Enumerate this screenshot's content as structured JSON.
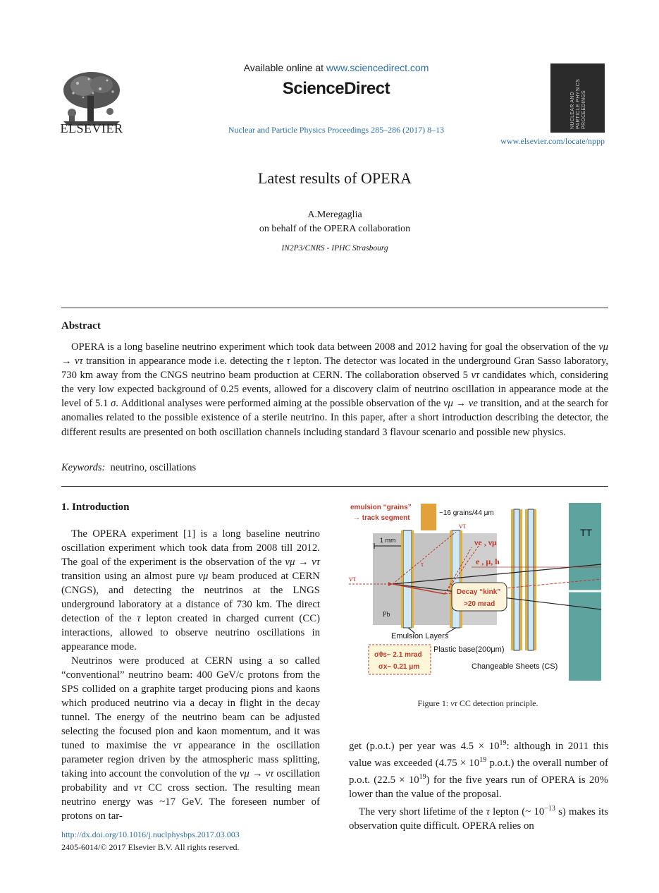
{
  "header": {
    "publisher_wordmark": "ELSEVIER",
    "available_prefix": "Available online at ",
    "available_link": "www.sciencedirect.com",
    "platform": "ScienceDirect",
    "journal_citation": "Nuclear and Particle Physics Proceedings 285–286 (2017) 8–13",
    "cover_text": "NUCLEAR AND PARTICLE PHYSICS PROCEEDINGS",
    "homepage": "www.elsevier.com/locate/nppp"
  },
  "article": {
    "title": "Latest results of OPERA",
    "author": "A.Meregaglia",
    "collaboration": "on behalf of the OPERA collaboration",
    "affiliation": "IN2P3/CNRS - IPHC Strasbourg"
  },
  "abstract": {
    "heading": "Abstract",
    "p1a": "OPERA is a long baseline neutrino experiment which took data between 2008 and 2012 having for goal the observation of the ",
    "p1b": " transition in appearance mode i.e. detecting the ",
    "p1c": " lepton. The detector was located in the underground Gran Sasso laboratory, 730 km away from the CNGS neutrino beam production at CERN. The collaboration observed 5 ",
    "p1d": " candidates which, considering the very low expected background of 0.25 events, allowed for a discovery claim of neutrino oscillation in appearance mode at the level of 5.1 ",
    "p1e": ". Additional analyses were performed aiming at the possible observation of the ",
    "p1f": " transition, and at the search for anomalies related to the possible existence of a sterile neutrino. In this paper, after a short introduction describing the detector, the different results are presented on both oscillation channels including standard 3 flavour scenario and possible new physics."
  },
  "keywords": {
    "label": "Keywords:",
    "values": "neutrino, oscillations"
  },
  "symbols": {
    "numu_to_nutau": "νμ → ντ",
    "numu_to_nue": "νμ → νe",
    "tau": "τ",
    "nutau": "ντ",
    "numu": "νμ",
    "sigma": "σ"
  },
  "section1": {
    "heading": "1.  Introduction",
    "p1a": "The OPERA experiment [1] is a long baseline neutrino oscillation experiment which took data from 2008 till 2012. The goal of the experiment is the observation of the ",
    "p1b": " transition using an almost pure ",
    "p1c": " beam produced at CERN (CNGS), and detecting the neutrinos at the LNGS underground laboratory at a distance of 730 km. The direct detection of the ",
    "p1d": " lepton created in charged current (CC) interactions, allowed to observe neutrino oscillations in appearance mode.",
    "p2a": "Neutrinos were produced at CERN using a so called “conventional” neutrino beam: 400 GeV/c protons from the SPS collided on a graphite target producing pions and kaons which produced neutrino via a decay in flight in the decay tunnel. The energy of the neutrino beam can be adjusted selecting the focused pion and kaon momentum, and it was tuned to maximise the ",
    "p2b": " appearance in the oscillation parameter region driven by the atmospheric mass splitting, taking into account the convolution of the ",
    "p2c": " oscillation probability and ",
    "p2d": " CC cross section. The resulting mean neutrino energy was ~17 GeV. The foreseen number of protons on tar-",
    "r1a": "get (p.o.t.) per year was 4.5 × 10",
    "r1exp1": "19",
    "r1b": ": although in 2011 this value was exceeded (4.75 × 10",
    "r1exp2": "19",
    "r1c": " p.o.t.) the overall number of p.o.t. (22.5 × 10",
    "r1exp3": "19",
    "r1d": ") for the five years run of OPERA is 20% lower than the value of the proposal.",
    "r2a": "The very short lifetime of the ",
    "r2b": " lepton (~ 10",
    "r2exp": "−13",
    "r2c": " s) makes its observation quite difficult. OPERA relies on"
  },
  "figure1": {
    "caption_prefix": "Figure 1: ",
    "caption_suffix": " CC detection principle.",
    "labels": {
      "grains": "emulsion “grains”",
      "track": "→ track segment",
      "grain_density": "~16 grains/44 μm",
      "scale": "1 mm",
      "nu_tau_top": "ντ",
      "nu_e_mu": "νe , νμ",
      "e_mu_h": "e , μ, h",
      "tau_label": "τ",
      "nu_tau_in": "ντ",
      "decay_kink": "Decay “kink”",
      "kink_angle": ">20 mrad",
      "pb": "Pb",
      "emulsion_layers": "Emulsion Layers",
      "plastic_base": "Plastic base(200μm)",
      "sigma_theta": "σθs~ 2.1 mrad",
      "sigma_x": "σx~ 0.21 μm",
      "cs": "Changeable Sheets (CS)",
      "tt": "TT"
    }
  },
  "footer": {
    "doi": "http://dx.doi.org/10.1016/j.nuclphysbps.2017.03.003",
    "copyright": "2405-6014/© 2017 Elsevier B.V. All rights reserved."
  }
}
